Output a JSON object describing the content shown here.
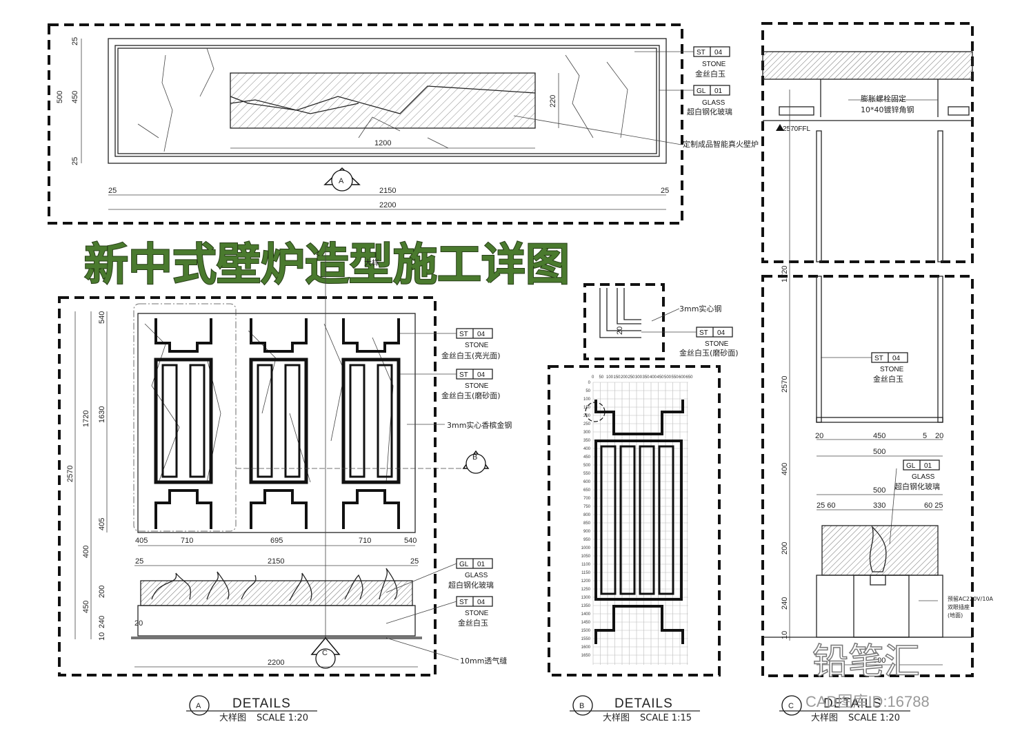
{
  "title": "新中式壁炉造型施工详图",
  "watermark": {
    "logo": "铅笔汇",
    "id": "CAD图库ID:16788"
  },
  "panel_top": {
    "dims": {
      "h500": "500",
      "h450": "450",
      "h25a": "25",
      "h25b": "25",
      "w1200": "1200",
      "h220": "220",
      "w2150": "2150",
      "w2200": "2200",
      "w25a": "25",
      "w25b": "25"
    },
    "marker": "A",
    "tags": [
      {
        "code": "ST",
        "num": "04",
        "type": "STONE",
        "desc": "金丝白玉"
      },
      {
        "code": "GL",
        "num": "01",
        "type": "GLASS",
        "desc": "超白钢化玻璃"
      }
    ],
    "note": "定制成品智能真火壁炉"
  },
  "panel_a": {
    "hidden_label": "大样",
    "dims": {
      "h540": "540",
      "h1720": "1720",
      "h1630": "1630",
      "h2570": "2570",
      "h405": "405",
      "h400": "400",
      "h200": "200",
      "h450": "450",
      "h240": "240",
      "h20": "20",
      "h10": "10",
      "w405": "405",
      "w710a": "710",
      "w695": "695",
      "w710b": "710",
      "w540": "540",
      "w2150": "2150",
      "w25a": "25",
      "w25b": "25",
      "w2200": "2200"
    },
    "marker_b": "B",
    "marker_c": "C",
    "tags": [
      {
        "code": "ST",
        "num": "04",
        "type": "STONE",
        "desc": "金丝白玉(亮光面)"
      },
      {
        "code": "ST",
        "num": "04",
        "type": "STONE",
        "desc": "金丝白玉(磨砂面)"
      },
      {
        "code": "GL",
        "num": "01",
        "type": "GLASS",
        "desc": "超白钢化玻璃"
      },
      {
        "code": "ST",
        "num": "04",
        "type": "STONE",
        "desc": "金丝白玉"
      }
    ],
    "note_steel": "3mm实心香槟金钢",
    "note_vent": "10mm透气缝",
    "caption": {
      "letter": "A",
      "details": "DETAILS",
      "name": "大样图",
      "scale": "SCALE 1:20"
    }
  },
  "panel_b": {
    "inset_note": "3mm实心钢",
    "inset_dim": "20",
    "tag": {
      "code": "ST",
      "num": "04",
      "type": "STONE",
      "desc": "金丝白玉(磨砂面)"
    },
    "grid_top": [
      "0",
      "50",
      "100",
      "150",
      "200",
      "250",
      "300",
      "350",
      "400",
      "450",
      "500",
      "550",
      "600",
      "650"
    ],
    "grid_left": [
      "0",
      "50",
      "100",
      "150",
      "200",
      "250",
      "300",
      "350",
      "400",
      "450",
      "500",
      "550",
      "600",
      "650",
      "700",
      "750",
      "800",
      "850",
      "900",
      "950",
      "1000",
      "1050",
      "1100",
      "1150",
      "1200",
      "1250",
      "1300",
      "1350",
      "1400",
      "1450",
      "1500",
      "1550",
      "1600",
      "1650"
    ],
    "caption": {
      "letter": "B",
      "details": "DETAILS",
      "name": "大样图",
      "scale": "SCALE 1:15"
    }
  },
  "panel_c": {
    "note_bolt": "膨胀螺栓固定",
    "note_angle": "10*40镀锌角钢",
    "level": "2570FFL",
    "dims": {
      "v1720": "1720",
      "v2570": "2570",
      "v400": "400",
      "v200": "200",
      "v240": "240",
      "v10": "10",
      "w20a": "20",
      "w450": "450",
      "w5": "5",
      "w20b": "20",
      "w500": "500",
      "w500b": "500",
      "w2560": "25 60",
      "w330": "330",
      "w6025": "60 25",
      "w500c": "500"
    },
    "tags": [
      {
        "code": "ST",
        "num": "04",
        "type": "STONE",
        "desc": "金丝白玉"
      },
      {
        "code": "GL",
        "num": "01",
        "type": "GLASS",
        "desc": "超白钢化玻璃"
      }
    ],
    "socket_note": [
      "预留AC220V/10A",
      "双眼插座",
      "(地面)"
    ],
    "caption": {
      "letter": "C",
      "details": "DETAILS",
      "name": "大样图",
      "scale": "SCALE 1:20"
    }
  }
}
